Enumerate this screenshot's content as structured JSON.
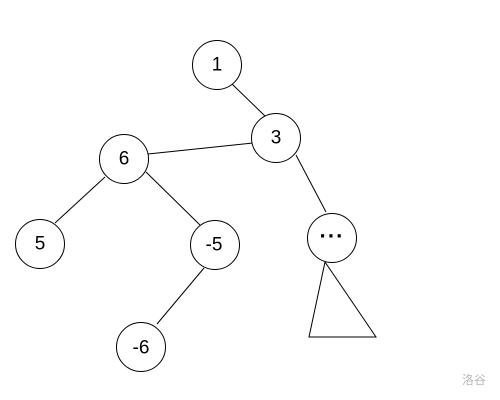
{
  "diagram": {
    "nodes": [
      {
        "id": "n1",
        "label": "1"
      },
      {
        "id": "n3",
        "label": "3"
      },
      {
        "id": "n6",
        "label": "6"
      },
      {
        "id": "n5",
        "label": "5"
      },
      {
        "id": "nm5",
        "label": "-5"
      },
      {
        "id": "nm6",
        "label": "-6"
      },
      {
        "id": "ndots",
        "label": "···"
      }
    ],
    "edges": [
      {
        "from": "n1",
        "to": "n3"
      },
      {
        "from": "n3",
        "to": "n6"
      },
      {
        "from": "n3",
        "to": "ndots"
      },
      {
        "from": "n6",
        "to": "n5"
      },
      {
        "from": "n6",
        "to": "nm5"
      },
      {
        "from": "nm5",
        "to": "nm6"
      }
    ],
    "subtree_under": "ndots"
  },
  "watermark": "洛谷"
}
